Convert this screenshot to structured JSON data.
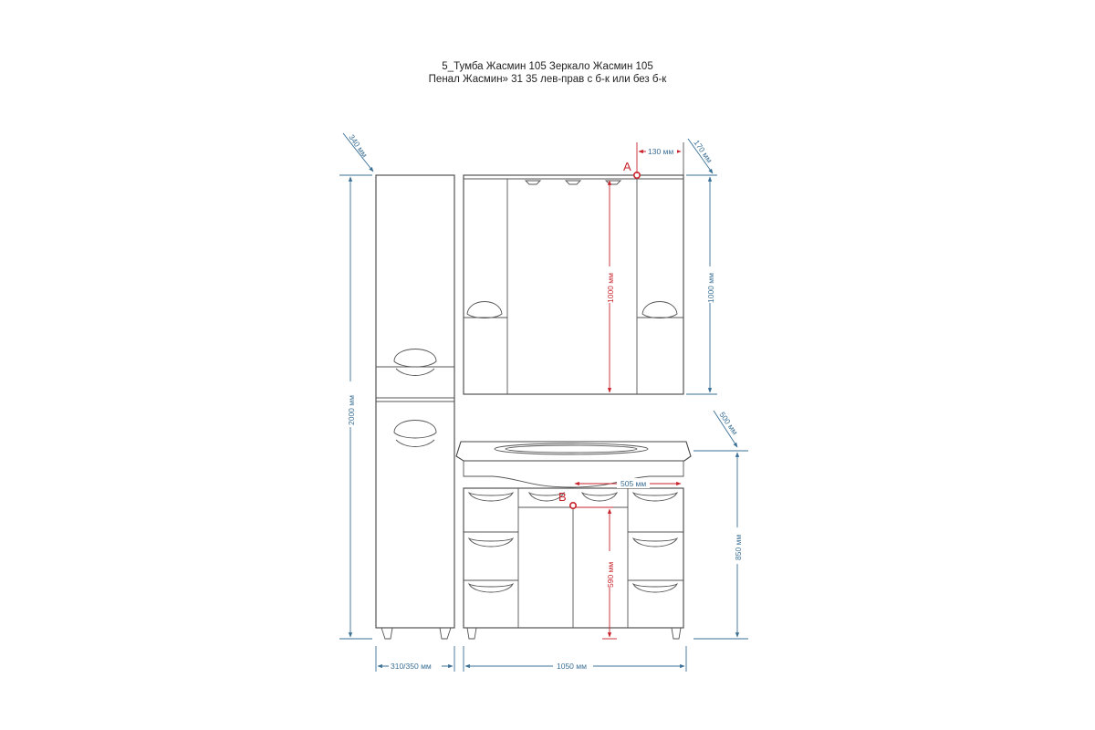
{
  "title": {
    "line1": "5_Тумба Жасмин 105  Зеркало Жасмин 105",
    "line2": "Пенал Жасмин» 31 35 лев-прав с б-к или без б-к"
  },
  "dimensions": {
    "pencil_depth": "340 мм",
    "pencil_height": "2000 мм",
    "pencil_width": "310/350 мм",
    "mirror_offset": "130 мм",
    "mirror_depth": "170 мм",
    "mirror_height_inner": "1000 мм",
    "mirror_height": "1000 мм",
    "cabinet_depth": "500 мм",
    "cabinet_offset": "505 мм",
    "cabinet_inner_height": "590 мм",
    "cabinet_height": "850 мм",
    "cabinet_width": "1050 мм"
  },
  "markers": {
    "a": "A",
    "b": "B"
  },
  "colors": {
    "outline": "#555555",
    "dimension_blue": "#3a6f95",
    "dimension_red": "#c8232c"
  }
}
